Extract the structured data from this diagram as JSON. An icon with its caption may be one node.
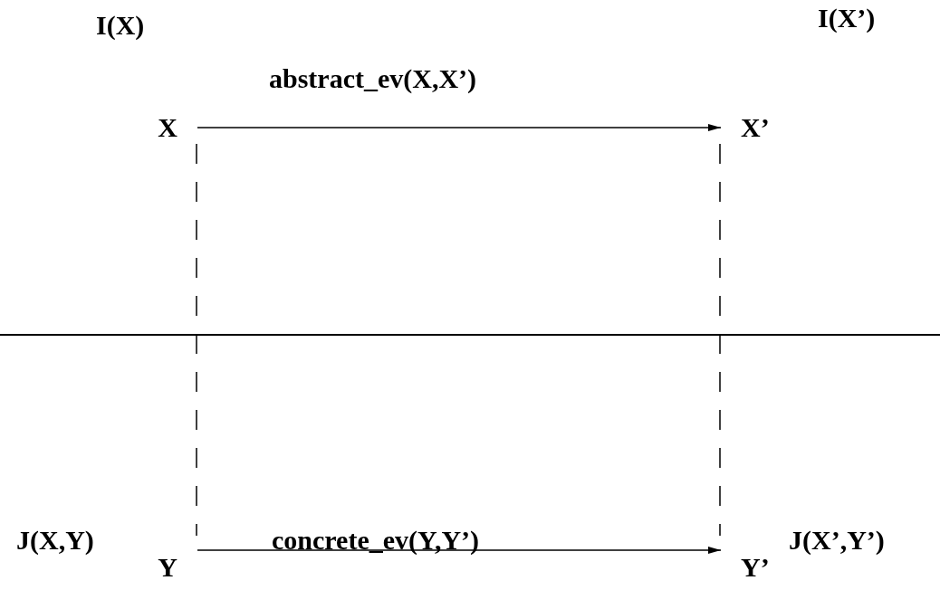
{
  "diagram": {
    "nodes": [
      {
        "text": [
          "X"
        ]
      },
      {
        "text": [
          "X’"
        ]
      },
      {
        "text": [
          "Y"
        ]
      },
      {
        "text": [
          "Y’"
        ]
      }
    ],
    "edges": [
      {
        "from": 0,
        "to": 1,
        "arrow": "to",
        "label": "abstract_ev(X,X’)"
      },
      {
        "from": 2,
        "to": 3,
        "arrow": "to",
        "label": "concrete_ev(Y,Y’)"
      },
      {
        "from": 0,
        "to": 2,
        "arrow": "none",
        "style": "dashed"
      },
      {
        "from": 1,
        "to": 3,
        "arrow": "none",
        "style": "dashed"
      }
    ],
    "labels": [
      "I(X)",
      "I(X’)",
      "J(X,Y)",
      "J(X’,Y’)"
    ]
  }
}
